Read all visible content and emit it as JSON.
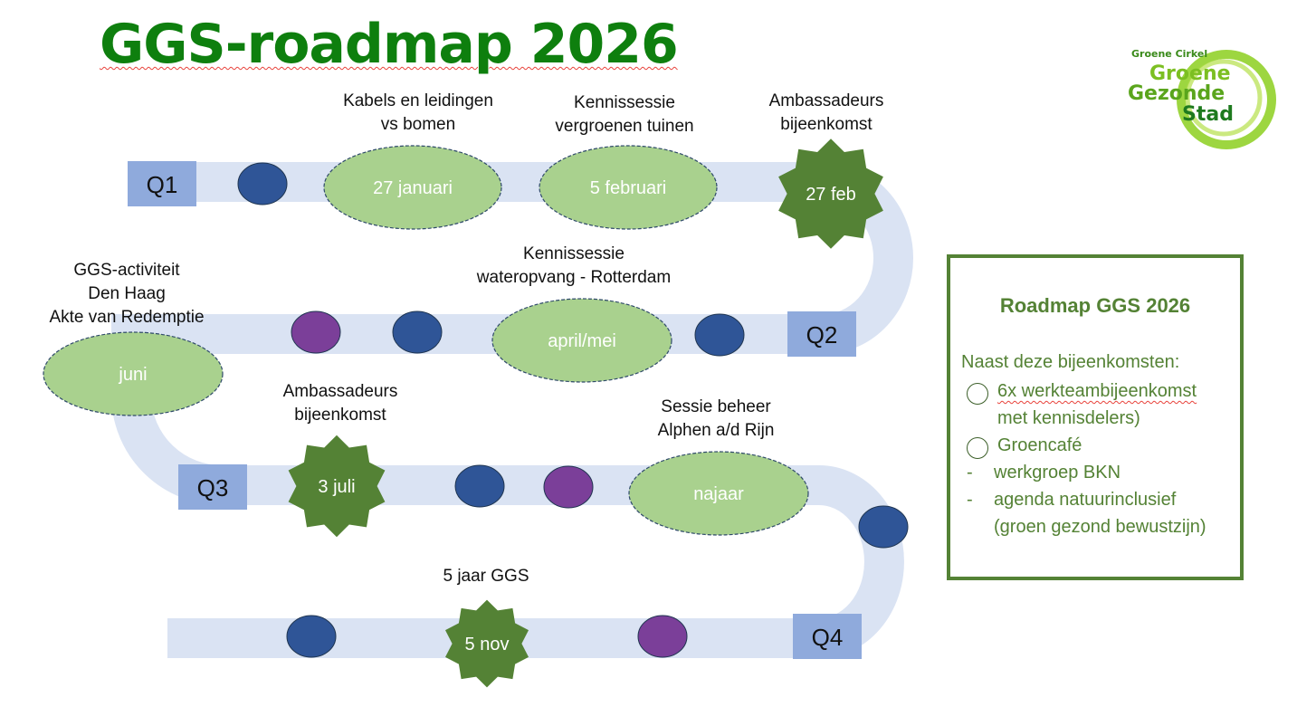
{
  "title": "GGS-roadmap 2026",
  "logo": {
    "small_text": "Groene Cirkel",
    "line1": "Groene",
    "line2": "Gezonde",
    "line3": "Stad"
  },
  "colors": {
    "path": "#dae3f3",
    "quarter_box": "#8faadc",
    "ellipse_fill": "#a9d18e",
    "star_fill": "#548235",
    "werkteam_dot": "#2f5597",
    "groencafe_dot": "#7b3f99",
    "title_green": "#0e7f0e",
    "legend_green": "#548235"
  },
  "quarters": [
    "Q1",
    "Q2",
    "Q3",
    "Q4"
  ],
  "events": [
    {
      "type": "ellipse",
      "date": "27 januari",
      "label": [
        "Kabels en leidingen",
        "vs bomen"
      ]
    },
    {
      "type": "ellipse",
      "date": "5 februari",
      "label": [
        "Kennissessie",
        "vergroenen tuinen"
      ]
    },
    {
      "type": "star",
      "date": "27 feb",
      "label": [
        "Ambassadeurs",
        "bijeenkomst"
      ]
    },
    {
      "type": "ellipse",
      "date": "april/mei",
      "label": [
        "Kennissessie",
        "wateropvang - Rotterdam"
      ]
    },
    {
      "type": "ellipse",
      "date": "juni",
      "label": [
        "GGS-activiteit",
        "Den Haag",
        "Akte van Redemptie"
      ]
    },
    {
      "type": "star",
      "date": "3 juli",
      "label": [
        "Ambassadeurs",
        "bijeenkomst"
      ]
    },
    {
      "type": "ellipse",
      "date": "najaar",
      "label": [
        "Sessie beheer",
        "Alphen a/d Rijn"
      ]
    },
    {
      "type": "star",
      "date": "5 nov",
      "label": [
        "5 jaar GGS"
      ]
    }
  ],
  "dots": {
    "werkteam_count": 6,
    "groencafe_count": 3
  },
  "legend": {
    "title": "Roadmap GGS 2026",
    "intro": "Naast deze bijeenkomsten:",
    "items": [
      {
        "marker": "werkteam-dot",
        "text": [
          "6x werkteambijeenkomst",
          "met kennisdelers)"
        ]
      },
      {
        "marker": "groencafe-dot",
        "text": [
          "Groencafé"
        ]
      },
      {
        "marker": "dash",
        "text": [
          "werkgroep BKN"
        ]
      },
      {
        "marker": "dash",
        "text": [
          "agenda natuurinclusief",
          "(groen gezond bewustzijn)"
        ]
      }
    ]
  }
}
